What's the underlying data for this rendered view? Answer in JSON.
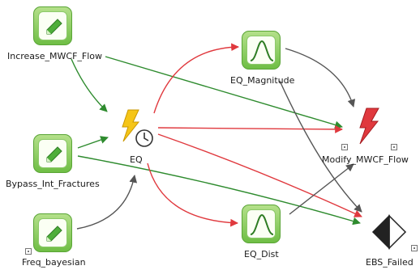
{
  "nodes": {
    "increase": {
      "label": "Increase_MWCF_Flow",
      "kind": "decision"
    },
    "bypass": {
      "label": "Bypass_Int_Fractures",
      "kind": "decision"
    },
    "freq": {
      "label": "Freq_bayesian",
      "kind": "decision"
    },
    "eq": {
      "label": "EQ",
      "kind": "event"
    },
    "eq_mag": {
      "label": "EQ_Magnitude",
      "kind": "distribution"
    },
    "eq_dist": {
      "label": "EQ_Dist",
      "kind": "distribution"
    },
    "modify": {
      "label": "Modify_MWCF_Flow",
      "kind": "triggered-event"
    },
    "ebs": {
      "label": "EBS_Failed",
      "kind": "status"
    }
  },
  "edges": [
    {
      "from": "increase",
      "to": "eq",
      "color": "#2e8b2e"
    },
    {
      "from": "increase",
      "to": "modify",
      "color": "#2e8b2e"
    },
    {
      "from": "bypass",
      "to": "eq",
      "color": "#2e8b2e"
    },
    {
      "from": "bypass",
      "to": "ebs",
      "color": "#2e8b2e"
    },
    {
      "from": "freq",
      "to": "eq",
      "color": "#555555"
    },
    {
      "from": "eq",
      "to": "eq_mag",
      "color": "#e0393e"
    },
    {
      "from": "eq",
      "to": "modify",
      "color": "#e0393e"
    },
    {
      "from": "eq",
      "to": "ebs",
      "color": "#e0393e"
    },
    {
      "from": "eq",
      "to": "eq_dist",
      "color": "#e0393e"
    },
    {
      "from": "eq_mag",
      "to": "modify",
      "color": "#555555"
    },
    {
      "from": "eq_mag",
      "to": "ebs",
      "color": "#555555"
    },
    {
      "from": "eq_dist",
      "to": "modify",
      "color": "#555555"
    }
  ],
  "colors": {
    "tile": "#7cc653",
    "bolt_yellow": "#f5c518",
    "bolt_red": "#e0393e",
    "edge_green": "#2e8b2e",
    "edge_red": "#e0393e",
    "edge_gray": "#555555"
  },
  "icons": {
    "decision": "pencil-icon",
    "distribution": "bell-curve-icon",
    "event": "lightning-clock-icon",
    "triggered-event": "lightning-icon",
    "status": "half-diamond-icon"
  }
}
